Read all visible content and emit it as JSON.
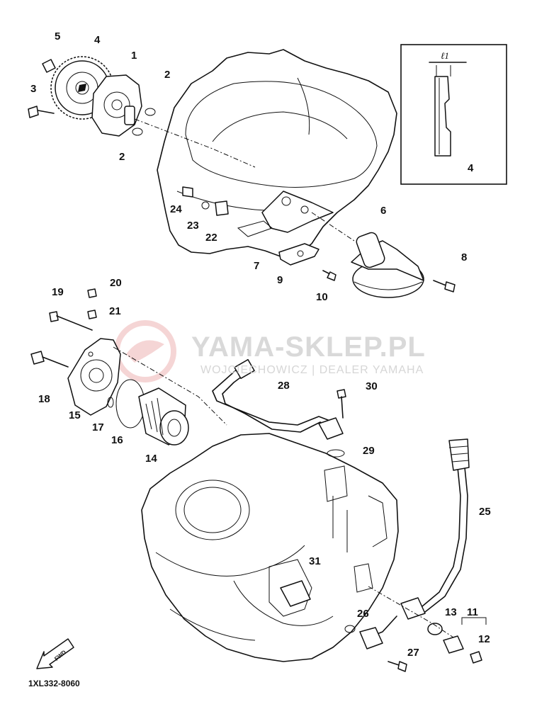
{
  "diagram": {
    "catalog_code": "1XL332-8060",
    "fwd_label": "FWD",
    "inset_dimension_label": "ℓ1",
    "watermark": {
      "title": "YAMA-SKLEP.PL",
      "subtitle": "WOJCIECHOWICZ | DEALER YAMAHA"
    },
    "callouts": [
      {
        "id": "1",
        "text": "1"
      },
      {
        "id": "2a",
        "text": "2"
      },
      {
        "id": "2b",
        "text": "2"
      },
      {
        "id": "3",
        "text": "3"
      },
      {
        "id": "4a",
        "text": "4"
      },
      {
        "id": "4b",
        "text": "4"
      },
      {
        "id": "5",
        "text": "5"
      },
      {
        "id": "6",
        "text": "6"
      },
      {
        "id": "7",
        "text": "7"
      },
      {
        "id": "8",
        "text": "8"
      },
      {
        "id": "9",
        "text": "9"
      },
      {
        "id": "10",
        "text": "10"
      },
      {
        "id": "11",
        "text": "11"
      },
      {
        "id": "12",
        "text": "12"
      },
      {
        "id": "13",
        "text": "13"
      },
      {
        "id": "14",
        "text": "14"
      },
      {
        "id": "15",
        "text": "15"
      },
      {
        "id": "16",
        "text": "16"
      },
      {
        "id": "17",
        "text": "17"
      },
      {
        "id": "18",
        "text": "18"
      },
      {
        "id": "19",
        "text": "19"
      },
      {
        "id": "20",
        "text": "20"
      },
      {
        "id": "21",
        "text": "21"
      },
      {
        "id": "22",
        "text": "22"
      },
      {
        "id": "23",
        "text": "23"
      },
      {
        "id": "24",
        "text": "24"
      },
      {
        "id": "25",
        "text": "25"
      },
      {
        "id": "26",
        "text": "26"
      },
      {
        "id": "27",
        "text": "27"
      },
      {
        "id": "28",
        "text": "28"
      },
      {
        "id": "29",
        "text": "29"
      },
      {
        "id": "30",
        "text": "30"
      },
      {
        "id": "31",
        "text": "31"
      }
    ]
  }
}
